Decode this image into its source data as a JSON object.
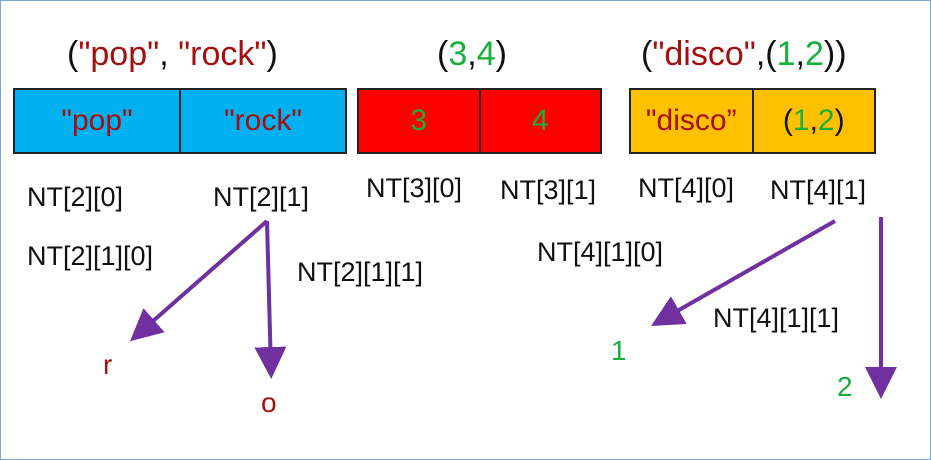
{
  "tuples": {
    "pop_rock": {
      "title": {
        "open": "(",
        "a": "\"pop\"",
        "sep": ", ",
        "b": "\"rock\"",
        "close": ")"
      },
      "cells": [
        "\"pop\"",
        "\"rock\""
      ],
      "color": "#00b0f0"
    },
    "nums": {
      "title": {
        "open": "(",
        "a": "3",
        "sep": ",",
        "b": "4",
        "close": ")"
      },
      "cells": [
        "3",
        "4"
      ],
      "color": "#ff0000"
    },
    "disco": {
      "title": {
        "open": "(",
        "a": "\"disco\"",
        "sep1": ",(",
        "b": "1",
        "sep2": ",",
        "c": "2",
        "close": "))"
      },
      "cells": {
        "left": "\"disco”",
        "right": {
          "open": "(",
          "a": "1",
          "sep": ",",
          "b": "2",
          "close": ")"
        }
      },
      "color": "#ffc000"
    }
  },
  "index_labels": {
    "nt20": "NT[2][0]",
    "nt21": "NT[2][1]",
    "nt30": "NT[3][0]",
    "nt31": "NT[3][1]",
    "nt40": "NT[4][0]",
    "nt41": "NT[4][1]",
    "nt210": "NT[2][1][0]",
    "nt211": "NT[2][1][1]",
    "nt410": "NT[4][1][0]",
    "nt411": "NT[4][1][1]"
  },
  "leaves": {
    "r": "r",
    "o": "o",
    "one": "1",
    "two": "2"
  },
  "colors": {
    "arrow": "#7030a0",
    "string_text": "#a50f0f",
    "number_text": "#1aae3c"
  }
}
